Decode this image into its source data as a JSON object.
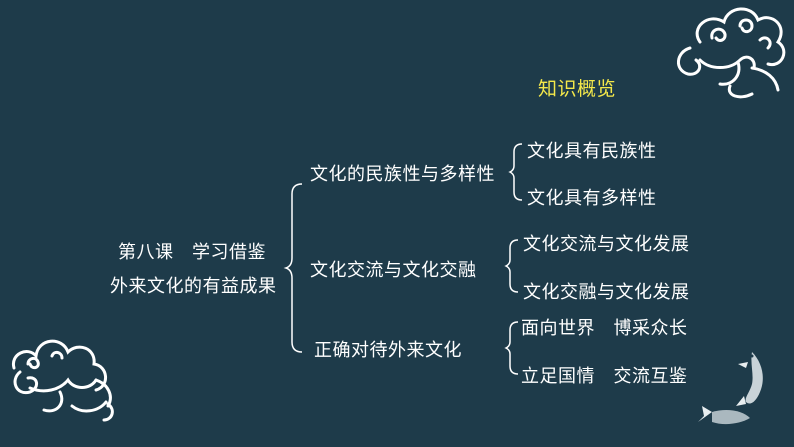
{
  "slide_title": "知识概览",
  "root_line1": "第八课　学习借鉴",
  "root_line2": "外来文化的有益成果",
  "branches": [
    {
      "label": "文化的民族性与多样性",
      "children": [
        "文化具有民族性",
        "文化具有多样性"
      ]
    },
    {
      "label": "文化交流与文化交融",
      "children": [
        "文化交流与文化发展",
        "文化交融与文化发展"
      ]
    },
    {
      "label": "正确对待外来文化",
      "children": [
        "面向世界　博采众长",
        "立足国情　交流互鉴"
      ]
    }
  ],
  "colors": {
    "background": "#1e3b4a",
    "title": "#f4e84a",
    "text": "#ffffff"
  },
  "decorations": [
    "cloud-swirl-top-right",
    "cloud-swirl-bottom-left",
    "koi-fish-bottom-right"
  ]
}
